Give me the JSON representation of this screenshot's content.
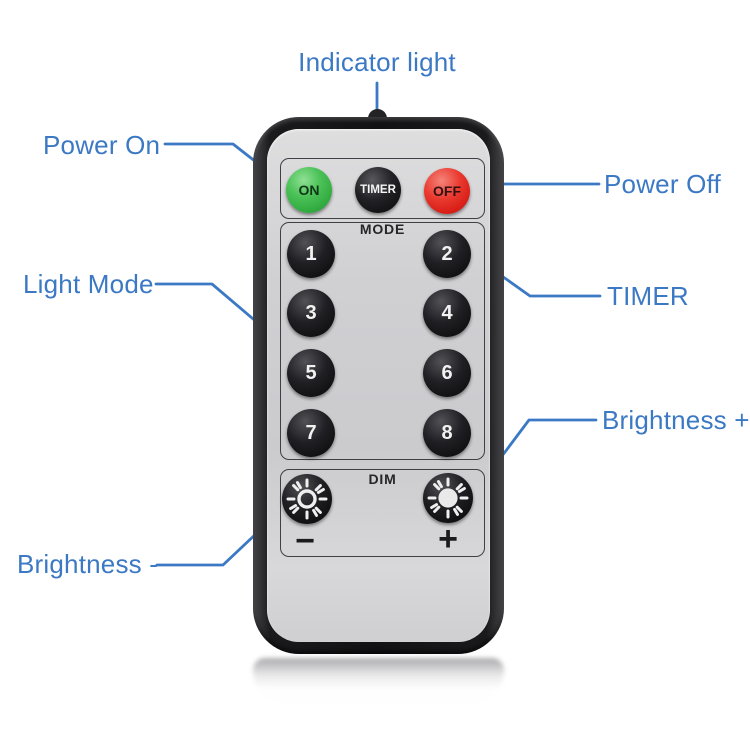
{
  "annotations": {
    "indicator_light": "Indicator light",
    "power_on": "Power On",
    "power_off": "Power Off",
    "timer": "TIMER",
    "light_mode": "Light Mode",
    "brightness_minus": "Brightness -",
    "brightness_plus": "Brightness +"
  },
  "remote": {
    "power_buttons": [
      {
        "label": "ON",
        "color": "#3cb54a"
      },
      {
        "label": "TIMER",
        "color": "#161618"
      },
      {
        "label": "OFF",
        "color": "#e0261c"
      }
    ],
    "mode_label": "MODE",
    "mode_buttons": [
      "1",
      "2",
      "3",
      "4",
      "5",
      "6",
      "7",
      "8"
    ],
    "dim_label": "DIM",
    "dim_minus_symbol": "−",
    "dim_plus_symbol": "+",
    "dim_icons": [
      "sun-hollow-center-icon",
      "sun-filled-center-icon"
    ]
  },
  "colors": {
    "annotation_blue": "#3c79c4",
    "button_green": "#3cb54a",
    "button_red": "#e0261c",
    "button_black": "#161618",
    "remote_frame": "#19191b",
    "remote_face": "#d2d2d5"
  }
}
